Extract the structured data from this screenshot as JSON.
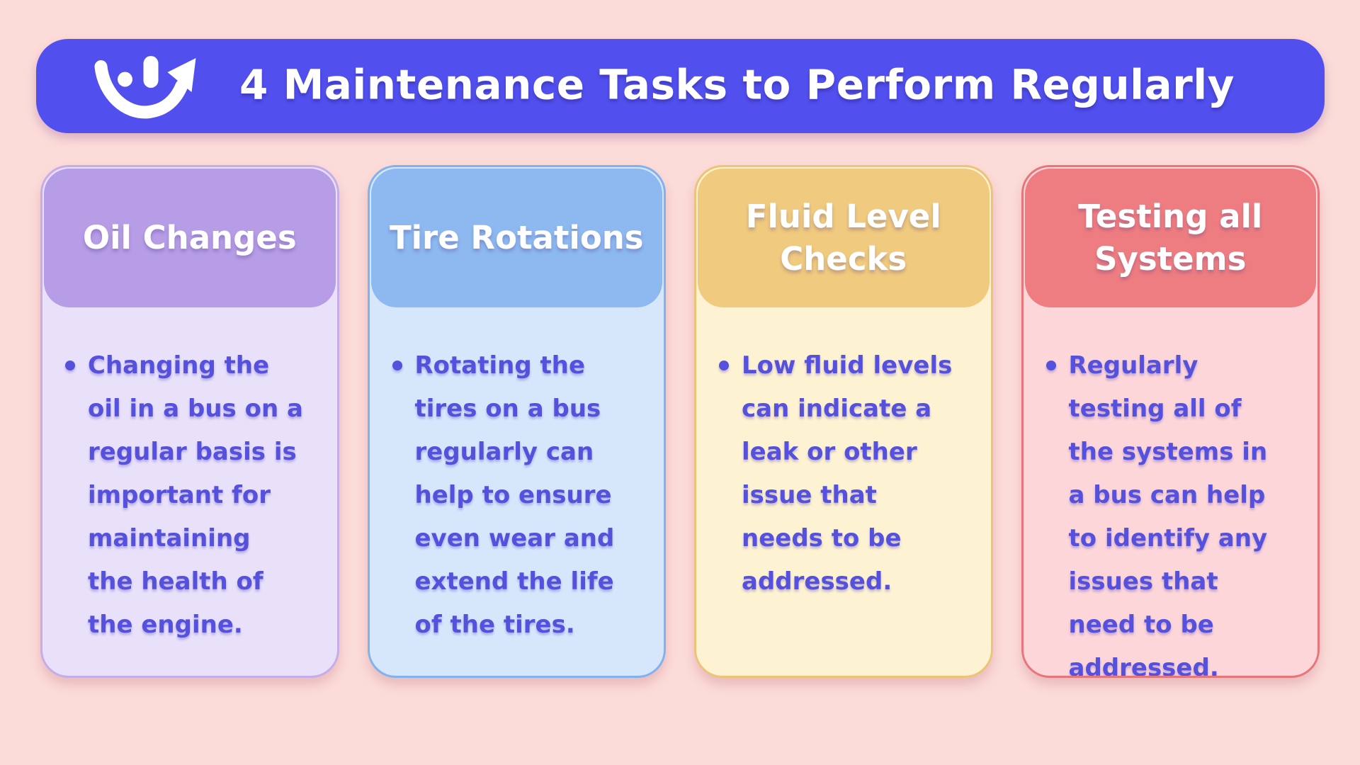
{
  "page": {
    "background_color": "#fcdcd9",
    "text_color": "#5651dc"
  },
  "header": {
    "title": "4 Maintenance Tasks to Perform Regularly",
    "background_color": "#5150ee",
    "title_color": "#ffffff",
    "logo_icon": "smile-arrow-icon"
  },
  "cards": [
    {
      "title": "Oil Changes",
      "bullet": "Changing the\noil in a bus on a\nregular basis is\nimportant for\nmaintaining\nthe health of\nthe engine.",
      "colors": {
        "header": "#b79ce6",
        "body": "#e8e1f9",
        "border": "#c6ace9"
      }
    },
    {
      "title": "Tire Rotations",
      "bullet": "Rotating the\ntires on a bus\nregularly can\nhelp to ensure\neven wear and\nextend the life\nof the tires.",
      "colors": {
        "header": "#8db8f0",
        "body": "#d6e7fc",
        "border": "#82b2ee"
      }
    },
    {
      "title": "Fluid Level\nChecks",
      "bullet": "Low fluid levels\ncan indicate a\nleak or other\nissue that\nneeds to be\naddressed.",
      "colors": {
        "header": "#f0ca7e",
        "body": "#fdf2d2",
        "border": "#ecc377"
      }
    },
    {
      "title": "Testing all\nSystems",
      "bullet": "Regularly\ntesting all of\nthe systems in\na bus can help\nto identify any\nissues that\nneed to be\naddressed.",
      "colors": {
        "header": "#ee7d81",
        "body": "#fcd6d9",
        "border": "#e8757a"
      }
    }
  ]
}
